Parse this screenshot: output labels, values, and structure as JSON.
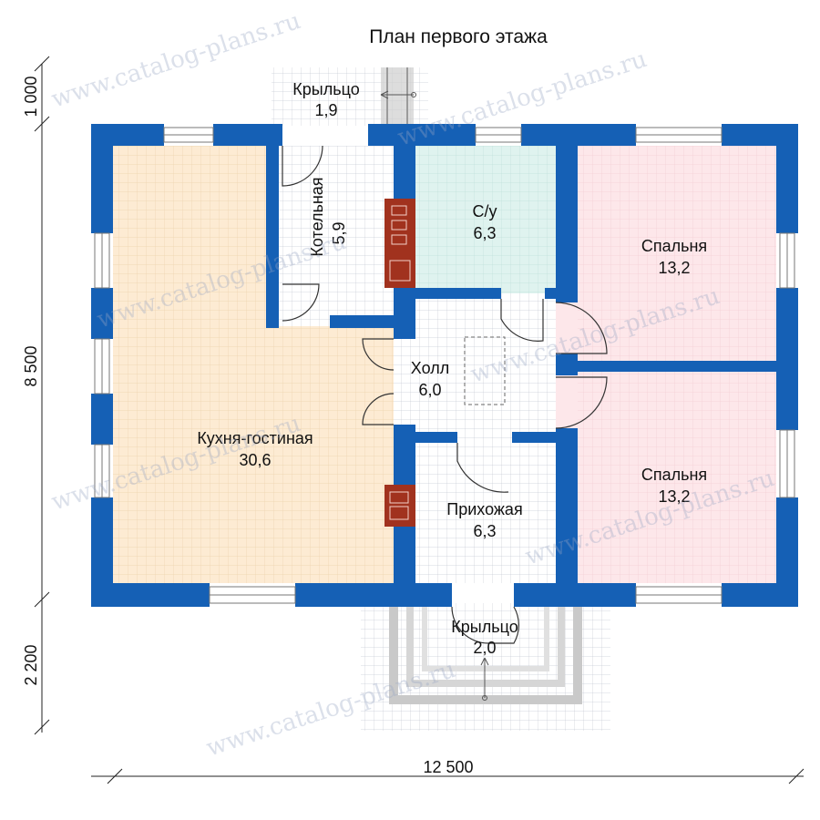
{
  "title": "План первого этажа",
  "rooms": [
    {
      "id": "kitchen-living",
      "name": "Кухня-гостиная",
      "area": "30,6"
    },
    {
      "id": "boiler-room",
      "name": "Котельная",
      "area": "5,9"
    },
    {
      "id": "bathroom",
      "name": "С/у",
      "area": "6,3"
    },
    {
      "id": "hall",
      "name": "Холл",
      "area": "6,0"
    },
    {
      "id": "entry",
      "name": "Прихожая",
      "area": "6,3"
    },
    {
      "id": "bedroom-1",
      "name": "Спальня",
      "area": "13,2"
    },
    {
      "id": "bedroom-2",
      "name": "Спальня",
      "area": "13,2"
    },
    {
      "id": "porch-top",
      "name": "Крыльцо",
      "area": "1,9"
    },
    {
      "id": "porch-bottom",
      "name": "Крыльцо",
      "area": "2,0"
    }
  ],
  "dimensions": {
    "width": "12 500",
    "left_top": "1 000",
    "left_middle": "8 500",
    "left_bottom": "2 200"
  },
  "watermark": "www.catalog-plans.ru",
  "colors": {
    "wall": "#1560b5",
    "kitchen": "#fdebd3",
    "bath": "#dff3ef",
    "bedroom": "#fde7ea",
    "tile": "#ffffff",
    "chimney": "#a1321e",
    "porch_step": "#c9c9c9"
  }
}
